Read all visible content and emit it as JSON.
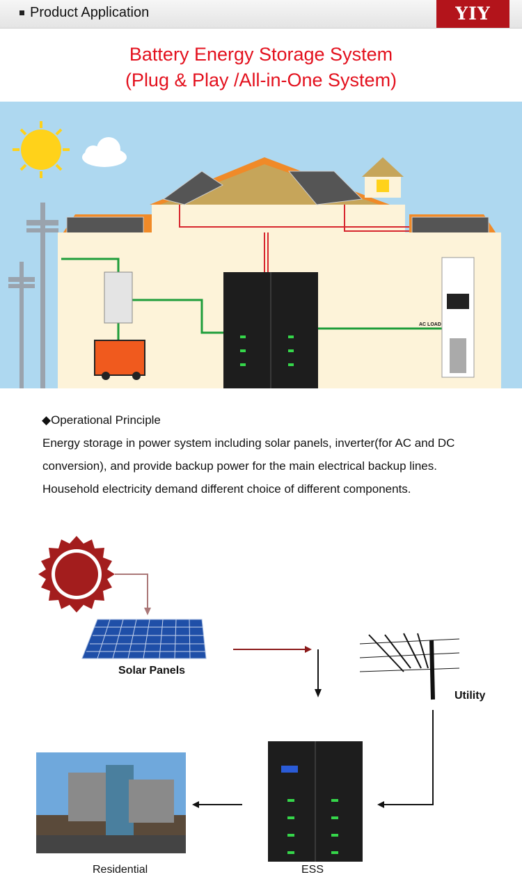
{
  "header": {
    "bullet_icon": "square-bullet-icon",
    "title": "Product Application",
    "logo_text": "YIY",
    "logo_color": "#b3141b"
  },
  "headline": {
    "line1": "Battery Energy Storage System",
    "line2": "(Plug & Play /All-in-One System)",
    "color": "#e3101d"
  },
  "illustration": {
    "ac_load_label": "AC LOAD",
    "sky_color": "#aed8f0",
    "wall_color": "#fdf3d9",
    "wire_color": "#1e9d3a"
  },
  "principle": {
    "title": "◆Operational Principle",
    "lines": [
      "Energy storage in power system including solar panels, inverter(for AC and DC",
      "conversion), and provide backup power for the main electrical backup lines.",
      "Household electricity demand different choice of different components."
    ]
  },
  "flow": {
    "solar_label": "Solar Panels",
    "utility_label": "Utility",
    "residential_label": "Residential",
    "ess_label": "ESS"
  }
}
